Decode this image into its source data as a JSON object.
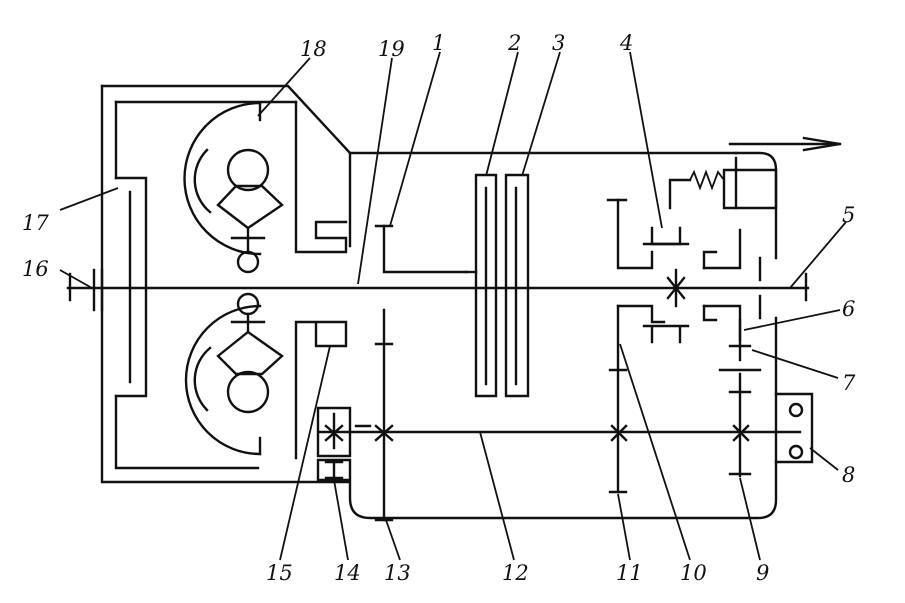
{
  "labels": [
    "1",
    "2",
    "3",
    "4",
    "5",
    "6",
    "7",
    "8",
    "9",
    "10",
    "11",
    "12",
    "13",
    "14",
    "15",
    "16",
    "17",
    "18",
    "19"
  ]
}
